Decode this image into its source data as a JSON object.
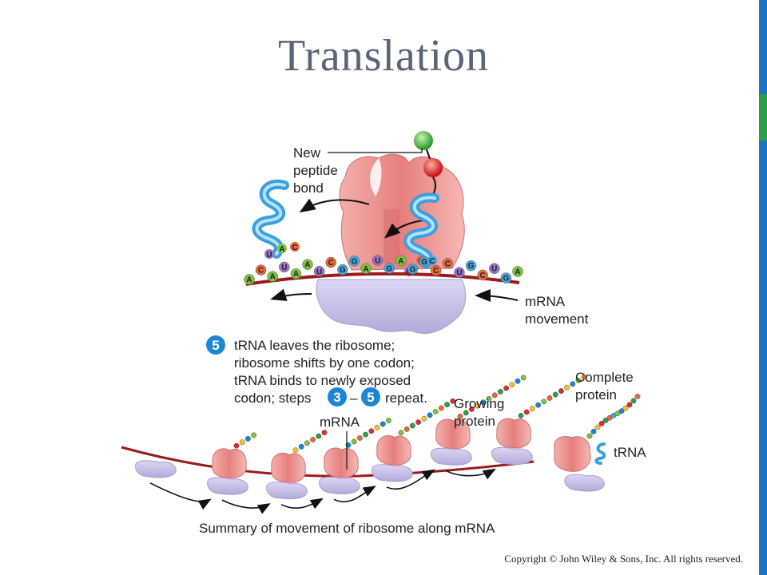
{
  "slide": {
    "title": "Translation",
    "copyright": "Copyright © John Wiley & Sons, Inc. All rights reserved."
  },
  "labels": {
    "new_peptide_bond_1": "New",
    "new_peptide_bond_2": "peptide",
    "new_peptide_bond_3": "bond",
    "mrna_movement_1": "mRNA",
    "mrna_movement_2": "movement",
    "step_text_1": "tRNA leaves the ribosome;",
    "step_text_2": "ribosome shifts by one codon;",
    "step_text_3": "tRNA binds to newly exposed",
    "step_text_4a": "codon; steps",
    "step_text_4b": "–",
    "step_text_4c": "repeat.",
    "mrna": "mRNA",
    "growing_protein_1": "Growing",
    "growing_protein_2": "protein",
    "complete_protein_1": "Complete",
    "complete_protein_2": "protein",
    "trna": "tRNA",
    "summary": "Summary of movement of ribosome along mRNA"
  },
  "steps": {
    "current": "5",
    "range_start": "3",
    "range_end": "5"
  },
  "mrna_bases": [
    "A",
    "C",
    "A",
    "U",
    "A",
    "A",
    "U",
    "C",
    "G",
    "G",
    "A",
    "U",
    "G",
    "A",
    "G",
    "G",
    "C",
    "C",
    "U",
    "G",
    "C",
    "U",
    "G",
    "A"
  ],
  "anticodon_left": [
    "U",
    "A",
    "C"
  ],
  "anticodon_right": [
    "U",
    "C",
    "C"
  ],
  "colors": {
    "accent": "#1e73be",
    "accent_green": "#2e9e49",
    "ribosome_large": "#ec8f8f",
    "ribosome_small": "#c9bfe6",
    "mrna_strand": "#9b1b1b",
    "trna": "#3aa0e0",
    "step_badge": "#1c86d4",
    "base_A": "#7fc241",
    "base_U": "#9b72c5",
    "base_G": "#47a7e0",
    "base_C": "#e9683a"
  }
}
